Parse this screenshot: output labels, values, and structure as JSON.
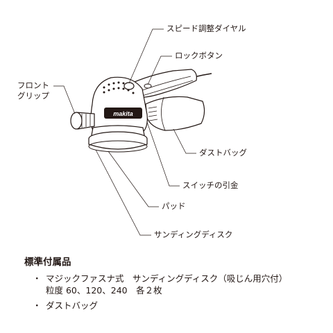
{
  "callouts": {
    "speed_dial": "スピード調整ダイヤル",
    "lock_button": "ロックボタン",
    "front_grip_line1": "フロント",
    "front_grip_line2": "グリップ",
    "dust_bag": "ダストバッグ",
    "switch_trigger": "スイッチの引金",
    "pad": "パッド",
    "sanding_disc": "サンディングディスク"
  },
  "brand_mark": "makita",
  "accessories": {
    "heading": "標準付属品",
    "items": [
      {
        "bullet": "・",
        "lines": [
          "マジックファスナ式　サンディングディスク（吸じん用穴付）",
          "粒度 60、120、240　各２枚"
        ]
      },
      {
        "bullet": "・",
        "lines": [
          "ダストバッグ"
        ]
      }
    ]
  }
}
